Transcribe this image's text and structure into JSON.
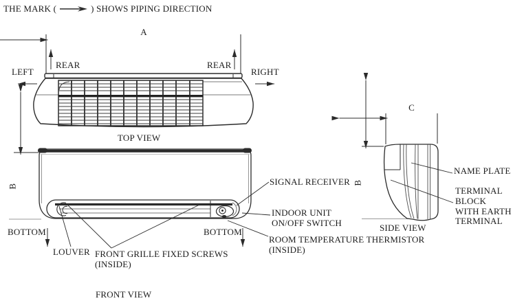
{
  "colors": {
    "background": "#ffffff",
    "line": "#2b2b2b",
    "line_light": "#8a8a8a",
    "text": "#1c1c1c"
  },
  "header": {
    "text_before": "THE MARK (",
    "text_after": ") SHOWS PIPING DIRECTION",
    "arrow_icon": "right-arrow"
  },
  "top_view": {
    "title": "TOP VIEW",
    "dim_width": "A",
    "rear_left": "REAR",
    "rear_right": "REAR",
    "direction_left": "LEFT",
    "direction_right": "RIGHT"
  },
  "front_view": {
    "title": "FRONT VIEW",
    "dim_height": "B",
    "bottom_left": "BOTTOM",
    "bottom_right": "BOTTOM",
    "louver": "LOUVER",
    "front_grille_screws": "FRONT GRILLE FIXED SCREWS\n(INSIDE)",
    "signal_receiver": "SIGNAL RECEIVER",
    "on_off_switch": "INDOOR UNIT\nON/OFF SWITCH",
    "thermistor": "ROOM TEMPERATURE THERMISTOR\n(INSIDE)"
  },
  "side_view": {
    "title": "SIDE VIEW",
    "dim_depth": "C",
    "dim_height": "B",
    "name_plate": "NAME PLATE",
    "terminal_block": "TERMINAL\nBLOCK\nWITH EARTH\nTERMINAL"
  }
}
